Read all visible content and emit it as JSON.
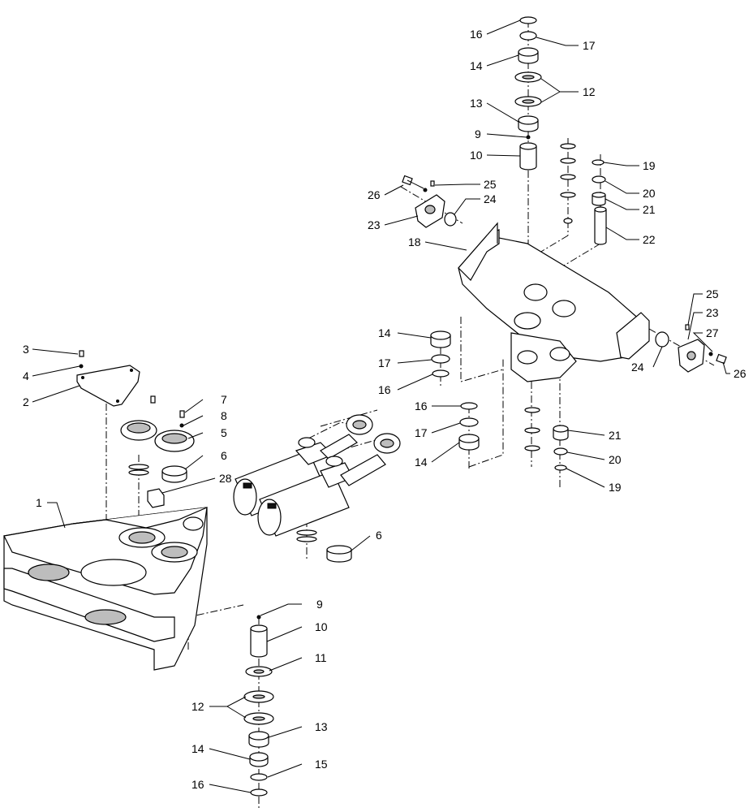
{
  "callouts": [
    {
      "id": "c1",
      "text": "1"
    },
    {
      "id": "c2",
      "text": "2"
    },
    {
      "id": "c3",
      "text": "3"
    },
    {
      "id": "c4",
      "text": "4"
    },
    {
      "id": "c5",
      "text": "5"
    },
    {
      "id": "c6a",
      "text": "6"
    },
    {
      "id": "c6b",
      "text": "6"
    },
    {
      "id": "c7",
      "text": "7"
    },
    {
      "id": "c8",
      "text": "8"
    },
    {
      "id": "c9a",
      "text": "9"
    },
    {
      "id": "c9b",
      "text": "9"
    },
    {
      "id": "c10a",
      "text": "10"
    },
    {
      "id": "c10b",
      "text": "10"
    },
    {
      "id": "c11",
      "text": "11"
    },
    {
      "id": "c12a",
      "text": "12"
    },
    {
      "id": "c12b",
      "text": "12"
    },
    {
      "id": "c13a",
      "text": "13"
    },
    {
      "id": "c13b",
      "text": "13"
    },
    {
      "id": "c14a",
      "text": "14"
    },
    {
      "id": "c14b",
      "text": "14"
    },
    {
      "id": "c14c",
      "text": "14"
    },
    {
      "id": "c14d",
      "text": "14"
    },
    {
      "id": "c15",
      "text": "15"
    },
    {
      "id": "c16a",
      "text": "16"
    },
    {
      "id": "c16b",
      "text": "16"
    },
    {
      "id": "c16c",
      "text": "16"
    },
    {
      "id": "c16d",
      "text": "16"
    },
    {
      "id": "c17a",
      "text": "17"
    },
    {
      "id": "c17b",
      "text": "17"
    },
    {
      "id": "c17c",
      "text": "17"
    },
    {
      "id": "c18",
      "text": "18"
    },
    {
      "id": "c19a",
      "text": "19"
    },
    {
      "id": "c19b",
      "text": "19"
    },
    {
      "id": "c20a",
      "text": "20"
    },
    {
      "id": "c20b",
      "text": "20"
    },
    {
      "id": "c21a",
      "text": "21"
    },
    {
      "id": "c21b",
      "text": "21"
    },
    {
      "id": "c22",
      "text": "22"
    },
    {
      "id": "c23a",
      "text": "23"
    },
    {
      "id": "c23b",
      "text": "23"
    },
    {
      "id": "c24a",
      "text": "24"
    },
    {
      "id": "c24b",
      "text": "24"
    },
    {
      "id": "c25a",
      "text": "25"
    },
    {
      "id": "c25b",
      "text": "25"
    },
    {
      "id": "c26a",
      "text": "26"
    },
    {
      "id": "c26b",
      "text": "26"
    },
    {
      "id": "c27",
      "text": "27"
    },
    {
      "id": "c28",
      "text": "28"
    }
  ]
}
